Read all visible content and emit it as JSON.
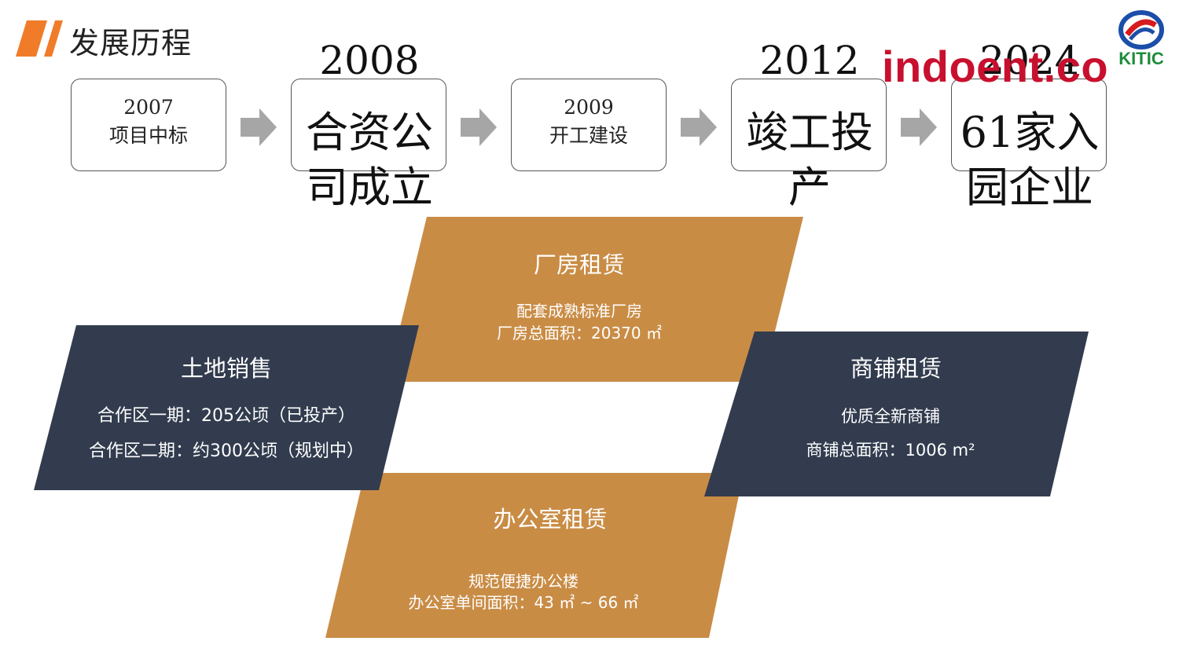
{
  "header": {
    "title": "发展历程",
    "accent_color": "#f07c2a"
  },
  "logo": {
    "text": "KITIC",
    "colors": {
      "red": "#d71920",
      "blue": "#1b4ea8",
      "green": "#1e8c3a"
    }
  },
  "watermark": {
    "text": "indoent.co"
  },
  "timeline": [
    {
      "year": "2007",
      "text": "项目中标",
      "style": "small"
    },
    {
      "year": "2008",
      "text": "合资公司成立",
      "style": "big"
    },
    {
      "year": "2009",
      "text": "开工建设",
      "style": "small"
    },
    {
      "year": "2012",
      "text": "竣工投产",
      "style": "big"
    },
    {
      "year": "2024",
      "text": "61家入园企业",
      "style": "big"
    }
  ],
  "businesses": {
    "factory": {
      "title": "厂房租赁",
      "line1": "配套成熟标准厂房",
      "line2": "厂房总面积：20370 ㎡",
      "color": "#c98c45"
    },
    "land": {
      "title": "土地销售",
      "line1": "合作区一期：205公顷（已投产）",
      "line2": "合作区二期：约300公顷（规划中）",
      "color": "#323c4e"
    },
    "shop": {
      "title": "商铺租赁",
      "line1": "优质全新商铺",
      "line2": "商铺总面积：1006 m²",
      "color": "#323c4e"
    },
    "office": {
      "title": "办公室租赁",
      "line1": "规范便捷办公楼",
      "line2": "办公室单间面积：43 ㎡ ~ 66 ㎡",
      "color": "#c98c45"
    }
  }
}
